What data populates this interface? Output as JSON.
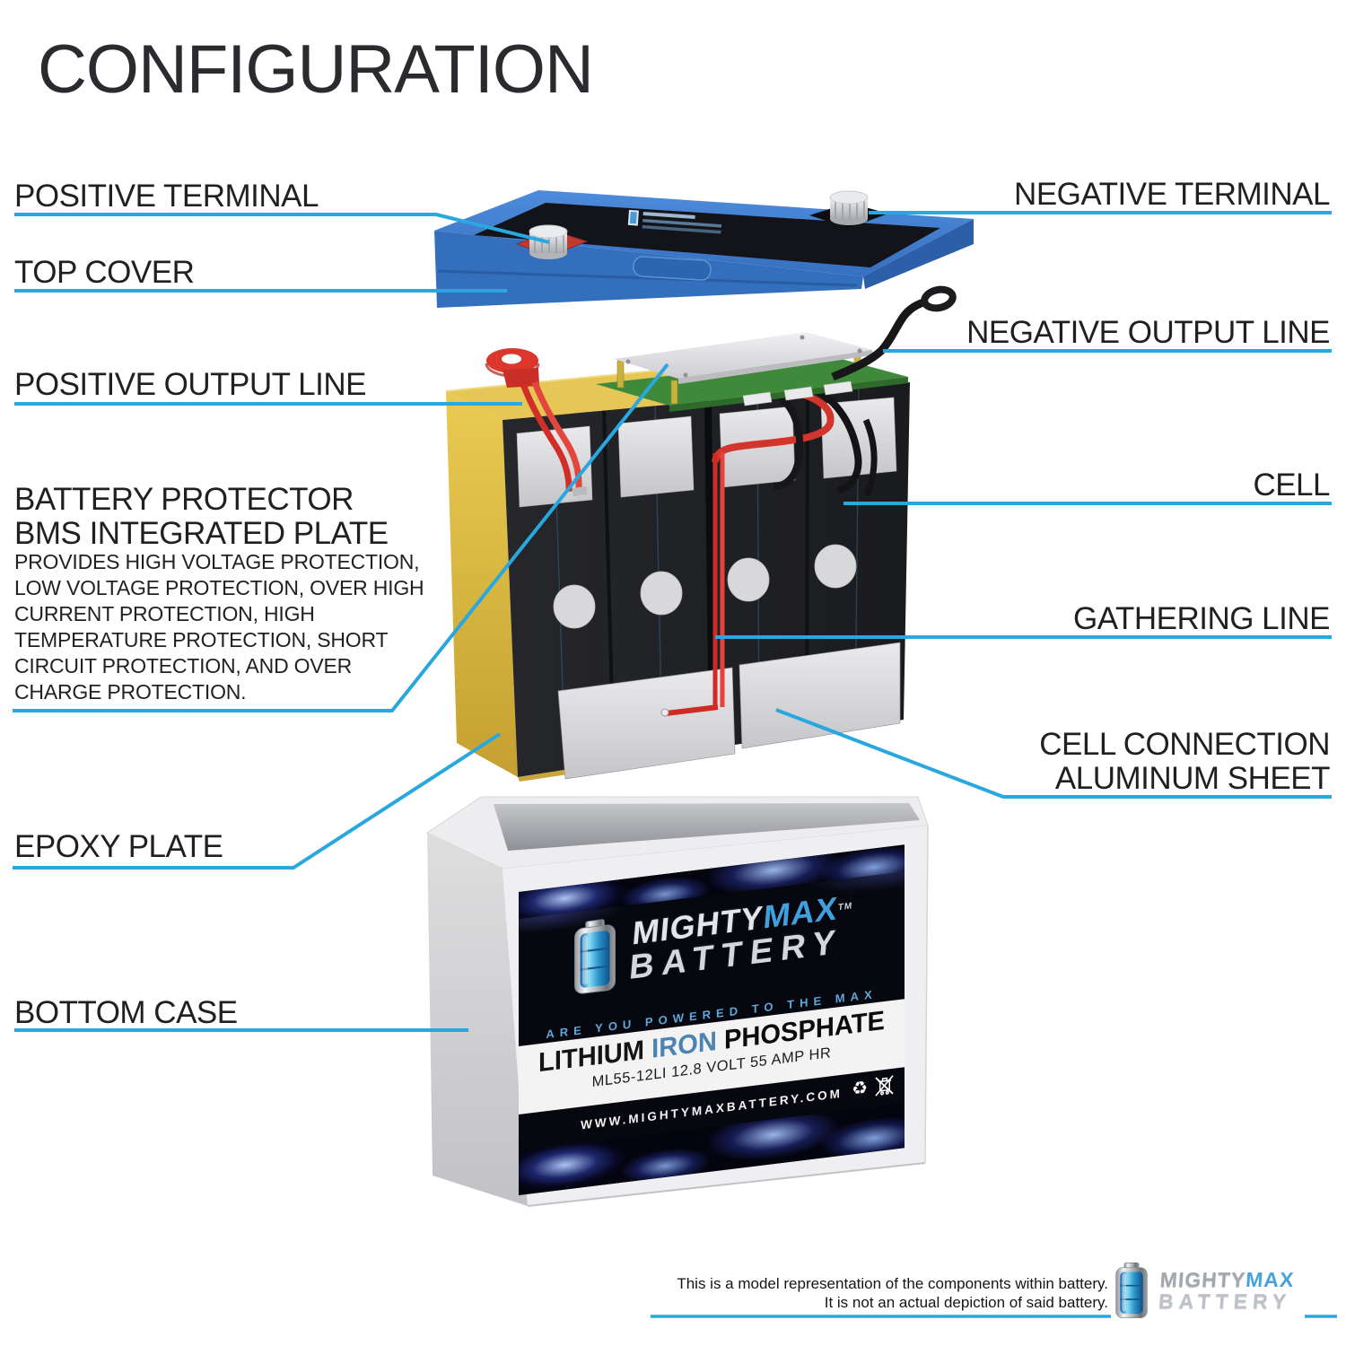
{
  "title": "CONFIGURATION",
  "colors": {
    "leader_line": "#29a8e0",
    "ink": "#221f20",
    "top_cover_blue": "#3a7ac9",
    "case_yellow": "#e3c24d",
    "brand_blue": "#3fa0dd"
  },
  "callouts": {
    "positive_terminal": "POSITIVE TERMINAL",
    "top_cover": "TOP COVER",
    "positive_output_line": "POSITIVE OUTPUT LINE",
    "battery_protector_line1": "BATTERY PROTECTOR",
    "battery_protector_line2": "BMS INTEGRATED PLATE",
    "bms_desc": [
      "PROVIDES HIGH VOLTAGE PROTECTION,",
      "LOW VOLTAGE PROTECTION, OVER HIGH",
      "CURRENT PROTECTION, HIGH",
      "TEMPERATURE PROTECTION, SHORT",
      "CIRCUIT PROTECTION, AND OVER",
      "CHARGE PROTECTION."
    ],
    "epoxy_plate": "EPOXY PLATE",
    "bottom_case": "BOTTOM CASE",
    "negative_terminal": "NEGATIVE TERMINAL",
    "negative_output_line": "NEGATIVE OUTPUT LINE",
    "cell": "CELL",
    "gathering_line": "GATHERING LINE",
    "cell_connection_line1": "CELL CONNECTION",
    "cell_connection_line2": "ALUMINUM SHEET"
  },
  "product_label": {
    "brand_mighty": "MIGHTY",
    "brand_max": "MAX",
    "brand_tm": "TM",
    "brand_battery": "BATTERY",
    "tagline": "ARE YOU POWERED TO THE MAX",
    "chem_lithium": "LITHIUM",
    "chem_iron": "IRON",
    "chem_phosphate": "PHOSPHATE",
    "spec": "ML55-12LI 12.8 VOLT 55 AMP HR",
    "website": "WWW.MIGHTYMAXBATTERY.COM",
    "icons": {
      "recycle": "♻"
    }
  },
  "footer": {
    "disclaimer_line1": "This is a model representation of the components within battery.",
    "disclaimer_line2": "It is not an actual depiction of said battery.",
    "logo_mighty": "MIGHTY",
    "logo_max": "MAX",
    "logo_battery": "BATTERY"
  }
}
